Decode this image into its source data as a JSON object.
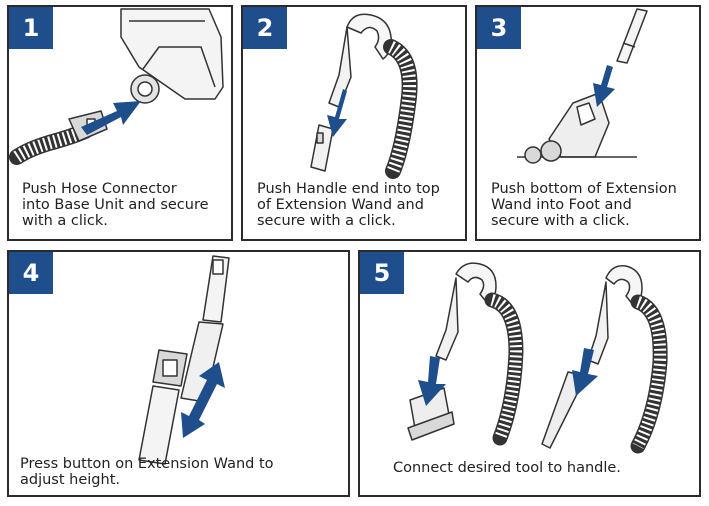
{
  "colors": {
    "accent": "#1f4e8c",
    "arrow": "#1f4e8c",
    "border": "#2b2b2b",
    "line_art": "#333333",
    "shade": "#d9d9d9"
  },
  "steps": [
    {
      "number": "1",
      "caption": "Push Hose Connector\ninto Base Unit and secure\nwith a click."
    },
    {
      "number": "2",
      "caption": "Push Handle end into top\nof Extension Wand and\nsecure with a click."
    },
    {
      "number": "3",
      "caption": "Push bottom of Extension\nWand into Foot and\nsecure with a click."
    },
    {
      "number": "4",
      "caption": "Press button on Extension Wand to\nadjust height."
    },
    {
      "number": "5",
      "caption": "Connect desired tool to handle."
    }
  ]
}
